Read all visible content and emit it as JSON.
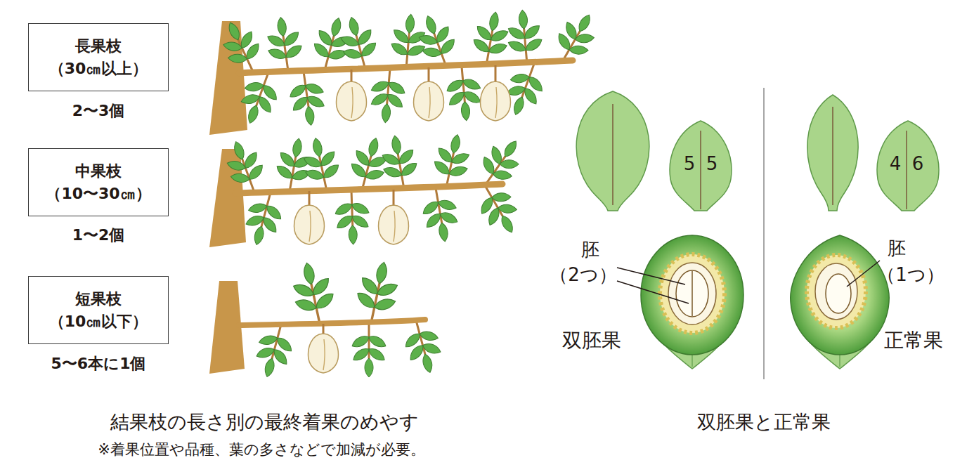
{
  "diagram": {
    "nodes": [
      {
        "text": [
          "長果枝",
          "（30㎝以上）"
        ]
      },
      {
        "text": [
          "中果枝",
          "（10〜30㎝）"
        ]
      },
      {
        "text": [
          "短果枝",
          "（10㎝以下）"
        ]
      }
    ],
    "labels": [
      "2〜3個",
      "1〜2個",
      "5〜6本に1個",
      "5",
      "5",
      "4",
      "6",
      "胚",
      "（2つ）",
      "双胚果",
      "胚",
      "（1つ）",
      "正常果",
      "結果枝の長さ別の最終着果のめやす",
      "※着果位置や品種、葉の多さなどで加減が必要。",
      "双胚果と正常果"
    ]
  }
}
